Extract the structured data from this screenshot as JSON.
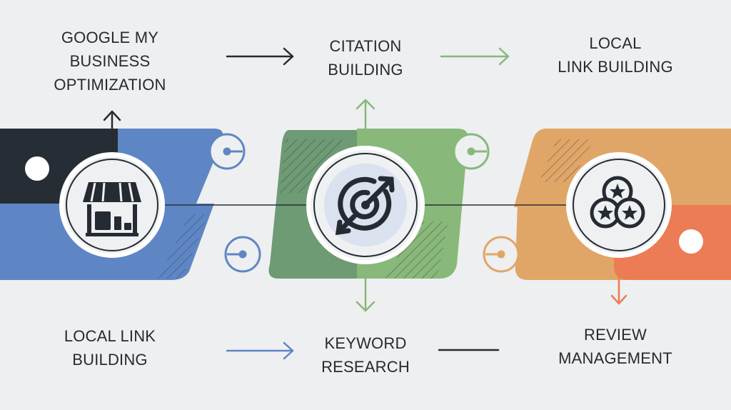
{
  "colors": {
    "background": "#eeeff0",
    "dark": "#252b33",
    "blue": "#5f86c4",
    "green_dark": "#6e9a74",
    "green_light": "#88b87a",
    "orange_light": "#e0a667",
    "orange": "#ec7c55",
    "icon_fill_green": "#d9e2ee"
  },
  "steps": {
    "top": [
      {
        "label": "GOOGLE MY\nBUSINESS\nOPTIMIZATION",
        "icon": "storefront-icon"
      },
      {
        "label": "CITATION\nBUILDING",
        "icon": "target-arrow-icon"
      },
      {
        "label": "LOCAL\nLINK BUILDING",
        "icon": "star-badges-icon"
      }
    ],
    "bottom": [
      {
        "label": "LOCAL LINK\nBUILDING"
      },
      {
        "label": "KEYWORD\nRESEARCH"
      },
      {
        "label": "REVIEW\nMANAGEMENT"
      }
    ]
  }
}
